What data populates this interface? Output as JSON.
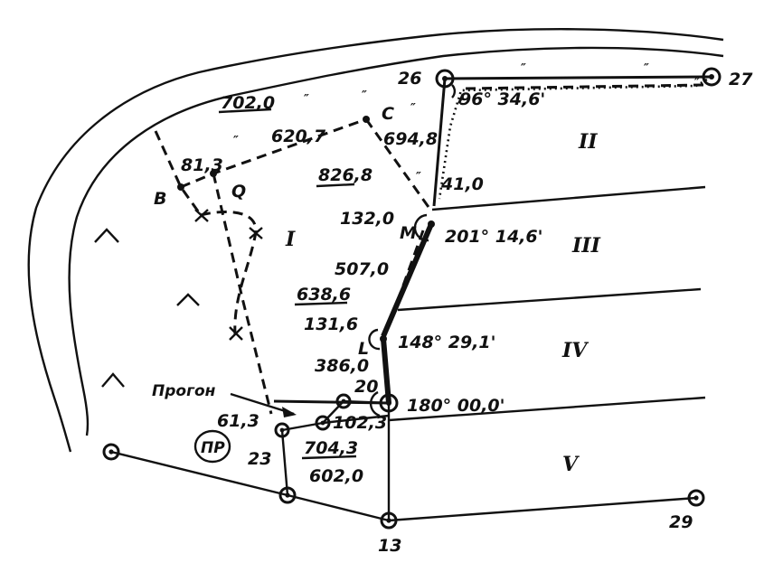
{
  "sections": {
    "s2": "II",
    "s3": "III",
    "s4": "IV",
    "s5": "V",
    "s1": "I"
  },
  "points": {
    "p26": "26",
    "p27": "27",
    "p29": "29",
    "p13": "13",
    "p23": "23",
    "pB": "B",
    "pQ": "Q",
    "pC": "C",
    "pM": "M",
    "pL": "L",
    "pPR": "ПР"
  },
  "angles": {
    "a26": "96° 34,6'",
    "aM": "201° 14,6'",
    "aL": "148° 29,1'",
    "a20": "180° 00,0'"
  },
  "measures": {
    "m702": "702,0",
    "m620": "620,7",
    "m694": "694,8",
    "m813": "81,3",
    "m826": "826,8",
    "m410": "41,0",
    "m132": "132,0",
    "m507": "507,0",
    "m638": "638,6",
    "m1316": "131,6",
    "m386": "386,0",
    "m20": "20",
    "m613": "61,3",
    "m1023": "102,3",
    "m7043": "704,3",
    "m602": "602,0"
  },
  "annotations": {
    "progon": "Прогон"
  },
  "tick_marks": {
    "t1": "″",
    "t2": "″",
    "t3": "″",
    "t4": "″",
    "t5": "″",
    "t6": "″",
    "t7": "″",
    "t8": "″"
  }
}
